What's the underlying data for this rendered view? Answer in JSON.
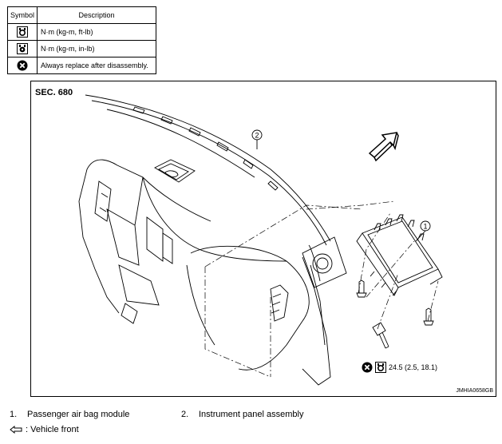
{
  "legend": {
    "header_symbol": "Symbol",
    "header_description": "Description",
    "rows": [
      {
        "icon": "torque-wrench-icon",
        "description": "N·m (kg-m, ft-lb)"
      },
      {
        "icon": "torque-wrench-filled-icon",
        "description": "N·m (kg-m, in-lb)"
      },
      {
        "icon": "replace-x-icon",
        "description": "Always replace after disassembly."
      }
    ]
  },
  "figure": {
    "section": "SEC. 680",
    "image_code": "JMHIA0658GB",
    "callouts": [
      "1",
      "2"
    ],
    "torque_value": "24.5 (2.5, 18.1)"
  },
  "captions": [
    {
      "num": "1.",
      "label": "Passenger air bag module"
    },
    {
      "num": "2.",
      "label": "Instrument panel assembly"
    }
  ],
  "front_label": ": Vehicle front"
}
